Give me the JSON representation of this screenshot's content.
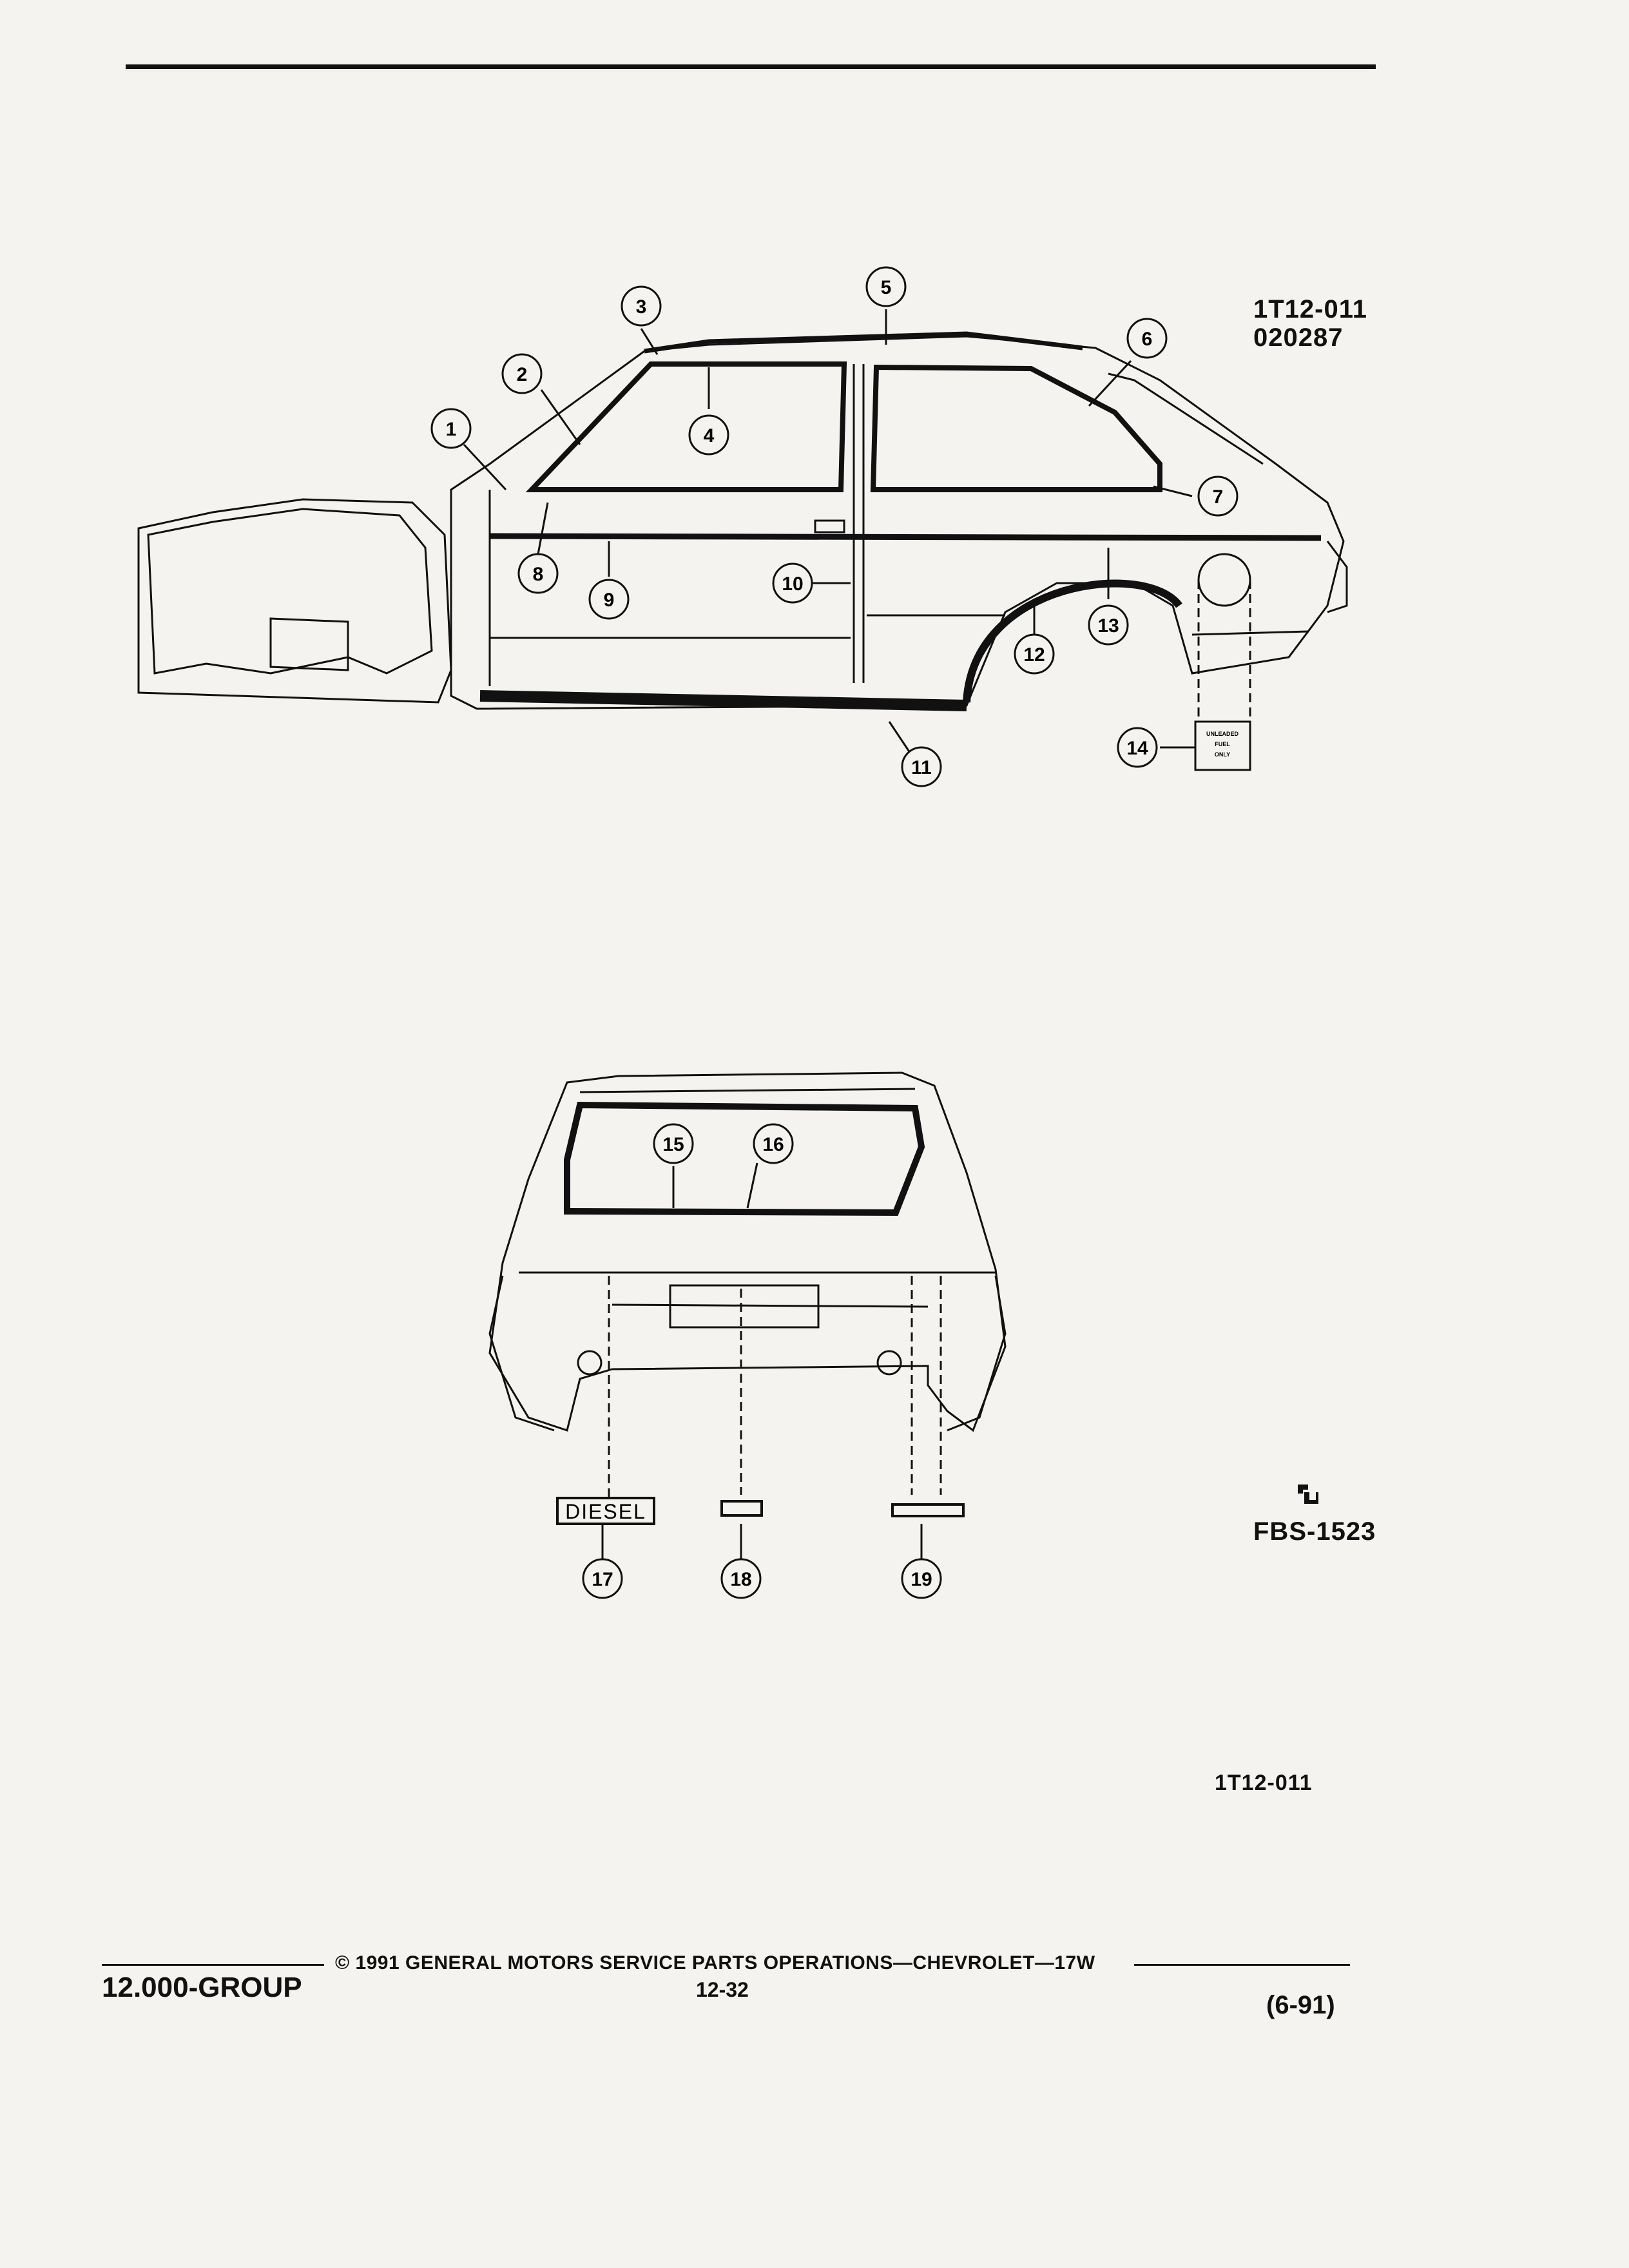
{
  "header": {
    "illustration_code": "1T12-011",
    "illustration_date": "020287"
  },
  "side_view": {
    "callouts": [
      "1",
      "2",
      "3",
      "4",
      "5",
      "6",
      "7",
      "8",
      "9",
      "10",
      "11",
      "12",
      "13",
      "14"
    ],
    "fuel_label": [
      "UNLEADED",
      "FUEL",
      "ONLY"
    ]
  },
  "rear_view": {
    "callouts": [
      "15",
      "16",
      "17",
      "18",
      "19"
    ],
    "emblem_diesel": "DIESEL",
    "logo_code": "FBS-1523"
  },
  "bottom_code": "1T12-011",
  "footer": {
    "group": "12.000-GROUP",
    "copyright": "© 1991 GENERAL MOTORS SERVICE PARTS OPERATIONS—CHEVROLET—17W",
    "page": "12-32",
    "revision": "(6-91)"
  }
}
